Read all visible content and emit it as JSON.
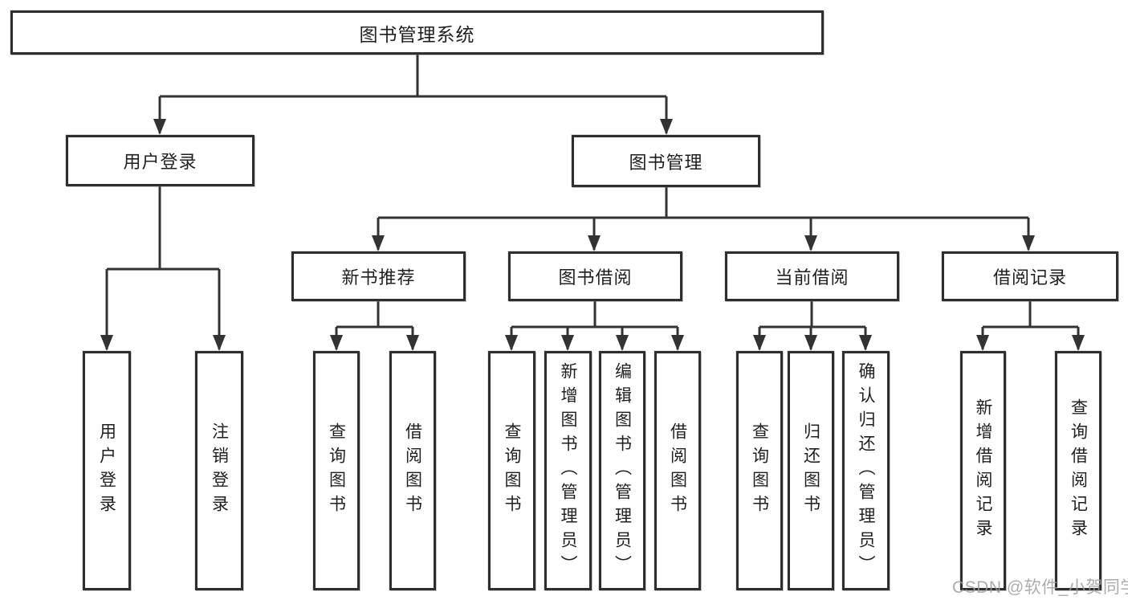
{
  "diagram": {
    "title": "图书管理系统",
    "root": {
      "label": "图书管理系统"
    },
    "level2": [
      {
        "label": "用户登录"
      },
      {
        "label": "图书管理"
      }
    ],
    "level3": [
      {
        "label": "新书推荐"
      },
      {
        "label": "图书借阅"
      },
      {
        "label": "当前借阅"
      },
      {
        "label": "借阅记录"
      }
    ],
    "leafGroups": [
      {
        "parent": "用户登录",
        "items": [
          {
            "label": "用户登录"
          },
          {
            "label": "注销登录"
          }
        ]
      },
      {
        "parent": "新书推荐",
        "items": [
          {
            "label": "查询图书"
          },
          {
            "label": "借阅图书"
          }
        ]
      },
      {
        "parent": "图书借阅",
        "items": [
          {
            "label": "查询图书"
          },
          {
            "label": "新增图书（管理员）"
          },
          {
            "label": "编辑图书（管理员）"
          },
          {
            "label": "借阅图书"
          }
        ]
      },
      {
        "parent": "当前借阅",
        "items": [
          {
            "label": "查询图书"
          },
          {
            "label": "归还图书"
          },
          {
            "label": "确认归还（管理员）"
          }
        ]
      },
      {
        "parent": "借阅记录",
        "items": [
          {
            "label": "新增借阅记录"
          },
          {
            "label": "查询借阅记录"
          }
        ]
      }
    ]
  },
  "watermark": {
    "text": "CSDN @软件_小贺同学"
  },
  "colors": {
    "line": "#333333",
    "box_border": "#2e2e2e",
    "text": "#1f1f1f",
    "watermark": "#9e9e9e",
    "background": "#ffffff"
  }
}
